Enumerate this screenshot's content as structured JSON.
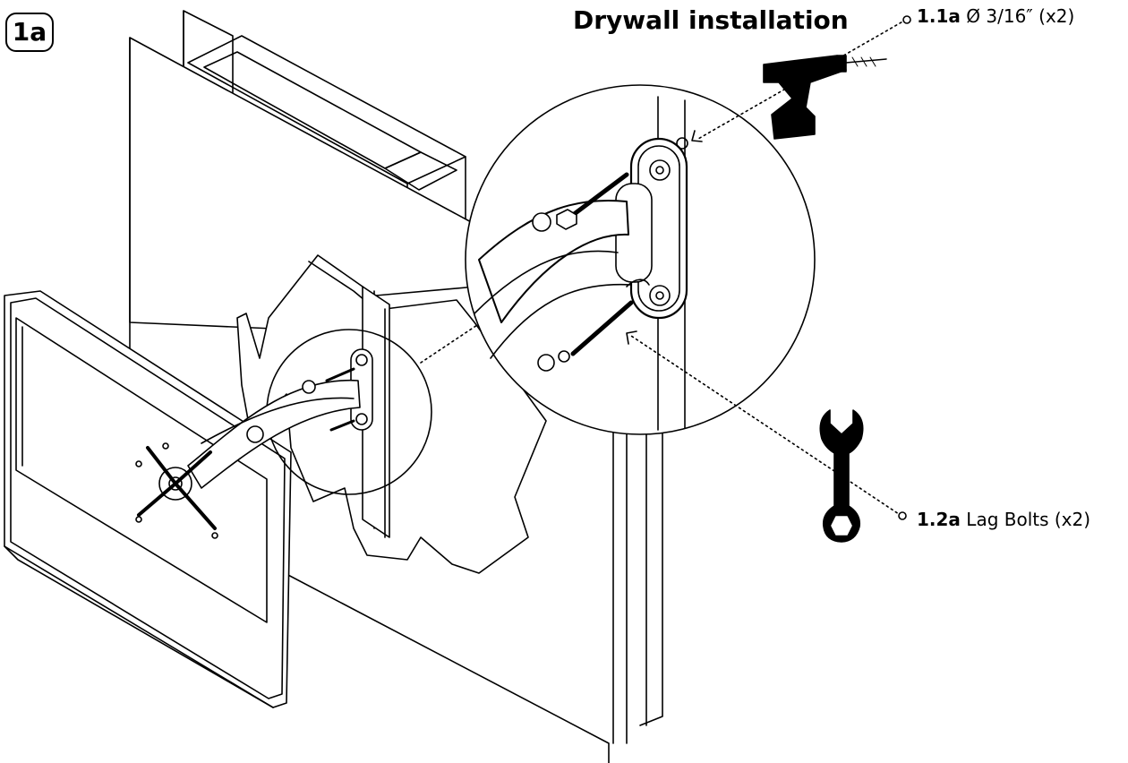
{
  "step_badge": "1a",
  "title": "Drywall installation",
  "callouts": [
    {
      "code": "1.1a",
      "text": "Ø 3/16″ (x2)",
      "tool_icon": "drill-icon"
    },
    {
      "code": "1.2a",
      "text": "Lag Bolts (x2)",
      "tool_icon": "wrench-icon"
    }
  ],
  "colors": {
    "line": "#000000",
    "background": "#ffffff"
  }
}
